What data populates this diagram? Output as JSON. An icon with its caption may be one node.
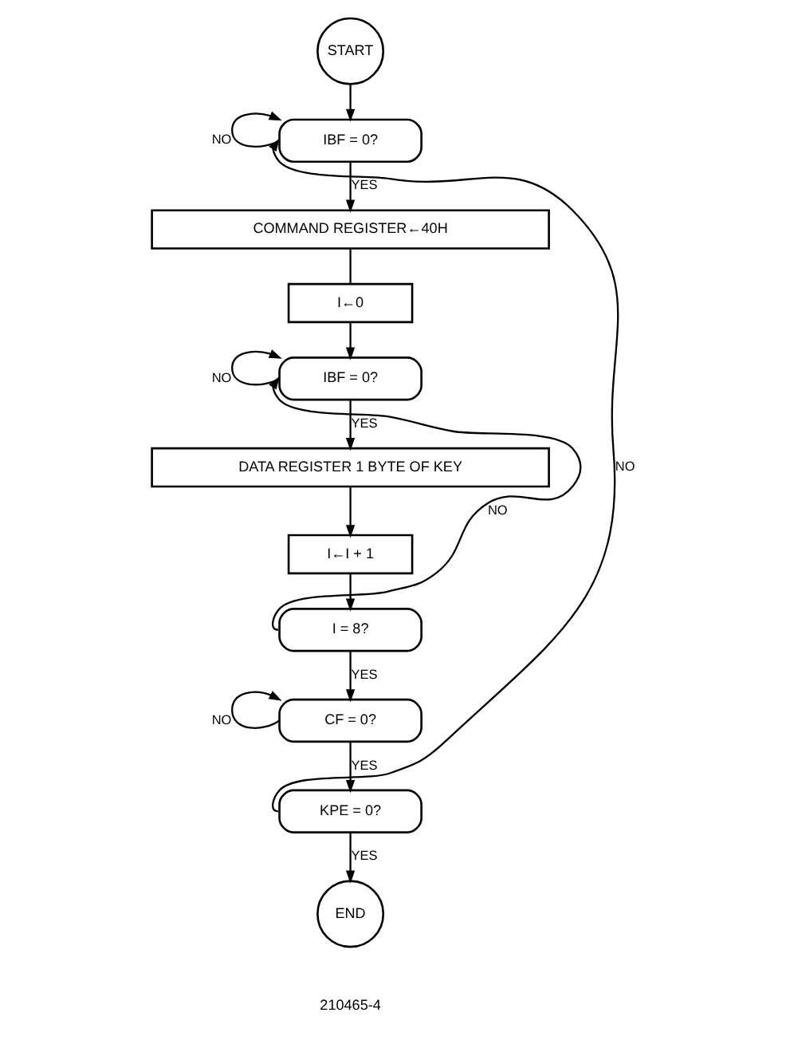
{
  "diagram": {
    "nodes": [
      {
        "text": [
          "START"
        ]
      },
      {
        "text": [
          "IBF = 0?"
        ]
      },
      {
        "text": [
          "COMMAND REGISTER←40H"
        ]
      },
      {
        "text": [
          "I←0"
        ]
      },
      {
        "text": [
          "IBF = 0?"
        ]
      },
      {
        "text": [
          "DATA REGISTER 1 BYTE OF KEY"
        ]
      },
      {
        "text": [
          "I←I + 1"
        ]
      },
      {
        "text": [
          "I = 8?"
        ]
      },
      {
        "text": [
          "CF = 0?"
        ]
      },
      {
        "text": [
          "KPE = 0?"
        ]
      },
      {
        "text": [
          "END"
        ]
      }
    ],
    "edges": [
      {
        "from": 0,
        "to": 1,
        "arrow": "to"
      },
      {
        "from": 1,
        "to": 1,
        "arrow": "to",
        "label": "NO"
      },
      {
        "from": 1,
        "to": 2,
        "arrow": "to",
        "label": "YES"
      },
      {
        "from": 2,
        "to": 3,
        "arrow": "none"
      },
      {
        "from": 3,
        "to": 4,
        "arrow": "to"
      },
      {
        "from": 4,
        "to": 4,
        "arrow": "to",
        "label": "NO"
      },
      {
        "from": 4,
        "to": 5,
        "arrow": "to",
        "label": "YES"
      },
      {
        "from": 5,
        "to": 6,
        "arrow": "to"
      },
      {
        "from": 6,
        "to": 7,
        "arrow": "to"
      },
      {
        "from": 7,
        "to": 4,
        "arrow": "to",
        "label": "NO"
      },
      {
        "from": 7,
        "to": 8,
        "arrow": "to",
        "label": "YES"
      },
      {
        "from": 8,
        "to": 8,
        "arrow": "to",
        "label": "NO"
      },
      {
        "from": 8,
        "to": 9,
        "arrow": "to",
        "label": "YES"
      },
      {
        "from": 9,
        "to": 1,
        "arrow": "to",
        "label": "NO"
      },
      {
        "from": 9,
        "to": 10,
        "arrow": "to",
        "label": "YES"
      }
    ],
    "labels": [
      "210465-4"
    ]
  }
}
